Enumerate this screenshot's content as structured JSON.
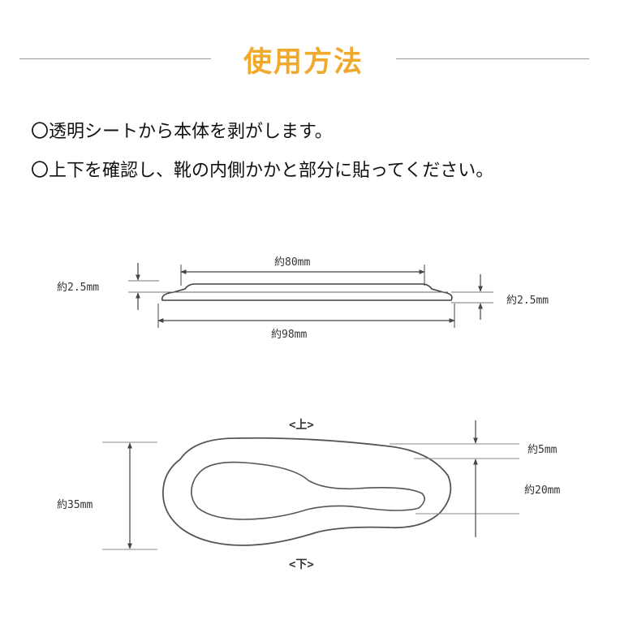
{
  "title": "使用方法",
  "instructions": [
    "〇透明シートから本体を剥がします。",
    "〇上下を確認し、靴の内側かかと部分に貼ってください。"
  ],
  "side_view": {
    "top_width": "約80mm",
    "bottom_width": "約98mm",
    "left_thickness": "約2.5mm",
    "right_thickness": "約2.5mm"
  },
  "top_view": {
    "top_label": "<上>",
    "bottom_label": "<下>",
    "height": "約35mm",
    "border_width": "約5mm",
    "inner_height": "約20mm"
  }
}
